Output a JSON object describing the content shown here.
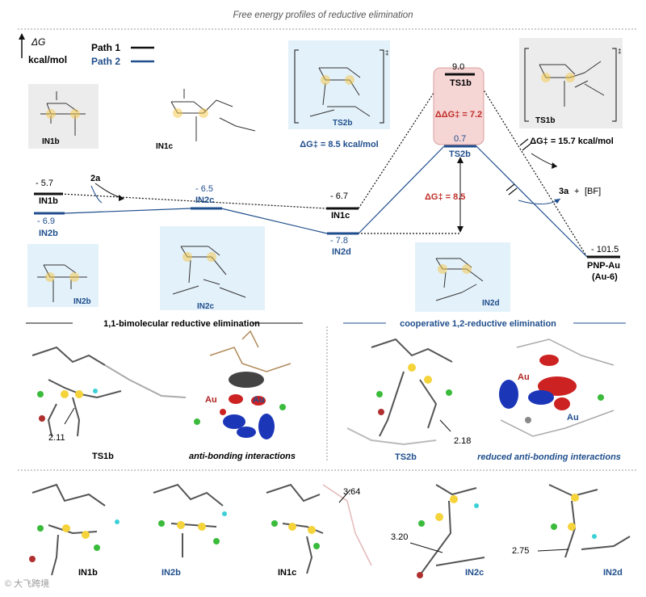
{
  "header": {
    "title": "Free energy profiles of reductive elimination"
  },
  "axis": {
    "symbol": "ΔG",
    "unit": "kcal/mol"
  },
  "legend": {
    "path1": "Path 1",
    "path2": "Path 2",
    "path1_color": "#111111",
    "path2_color": "#1f4e8c"
  },
  "levels": {
    "in1b": {
      "energy": "- 5.7",
      "label": "IN1b"
    },
    "in2b": {
      "energy": "- 6.9",
      "label": "IN2b"
    },
    "in2c": {
      "energy": "- 6.5",
      "label": "IN2c"
    },
    "in1c": {
      "energy": "- 6.7",
      "label": "IN1c"
    },
    "in2d": {
      "energy": "- 7.8",
      "label": "IN2d"
    },
    "ts1b": {
      "energy": "9.0",
      "label": "TS1b"
    },
    "ts2b": {
      "energy": "0.7",
      "label": "TS2b"
    },
    "product": {
      "energy": "- 101.5",
      "label": "PNP-Au",
      "sublabel": "(Au-6)"
    }
  },
  "reagent": "2a",
  "products_text": {
    "main": "3a",
    "plus": "+",
    "side": "[BF]"
  },
  "barriers": {
    "ddg": "ΔΔG‡ = 7.2",
    "dg_path2": "ΔG‡ = 8.5",
    "ts2b_dg": "ΔG‡ = 8.5 kcal/mol",
    "ts1b_dg": "ΔG‡ = 15.7 kcal/mol"
  },
  "structure_cards": {
    "in1b": "IN1b",
    "in1c": "IN1c",
    "ts2b": "TS2b",
    "ts1b": "TS1b",
    "in2b": "IN2b",
    "in2c": "IN2c",
    "in2d": "IN2d"
  },
  "sections": {
    "left": "1,1-bimolecular reductive elimination",
    "right": "cooperative 1,2-reductive elimination"
  },
  "renders": {
    "ts1b_label": "TS1b",
    "ts1b_dist": "2.11",
    "anti_label": "anti-bonding interactions",
    "au_left": "Au",
    "au_right": "Au",
    "ts2b_label": "TS2b",
    "ts2b_dist": "2.18",
    "reduced_label": "reduced anti-bonding interactions",
    "au_top": "Au",
    "au_bottom": "Au"
  },
  "bottom_row": [
    {
      "label": "IN1b",
      "dist": ""
    },
    {
      "label": "IN2b",
      "dist": ""
    },
    {
      "label": "IN1c",
      "dist": "3.64"
    },
    {
      "label": "IN2c",
      "dist": "3.20"
    },
    {
      "label": "IN2d",
      "dist": "2.75"
    }
  ],
  "watermark": "© 大飞跨境"
}
